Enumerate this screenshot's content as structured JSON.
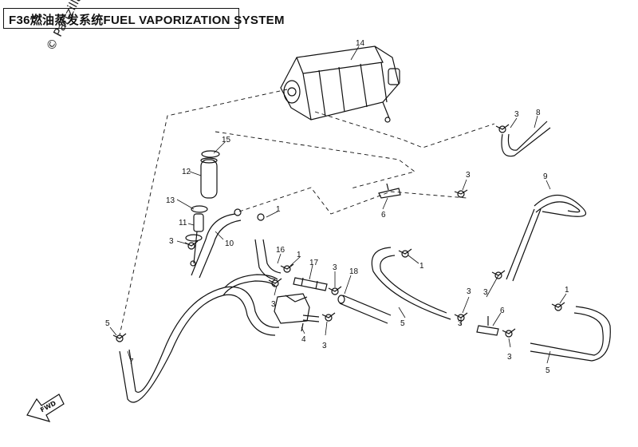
{
  "title": "F36燃油蒸发系统FUEL VAPORIZATION SYSTEM",
  "watermark": "© Partzilla",
  "fwd_label": "FWD",
  "part_labels": [
    {
      "id": "14",
      "text": "14"
    },
    {
      "id": "15",
      "text": "15"
    },
    {
      "id": "12",
      "text": "12"
    },
    {
      "id": "13",
      "text": "13"
    },
    {
      "id": "11",
      "text": "11"
    },
    {
      "id": "3a",
      "text": "3"
    },
    {
      "id": "10",
      "text": "10"
    },
    {
      "id": "1a",
      "text": "1"
    },
    {
      "id": "3b",
      "text": "3"
    },
    {
      "id": "8",
      "text": "8"
    },
    {
      "id": "6a",
      "text": "6"
    },
    {
      "id": "3c",
      "text": "3"
    },
    {
      "id": "9",
      "text": "9"
    },
    {
      "id": "16",
      "text": "16"
    },
    {
      "id": "1b",
      "text": "1"
    },
    {
      "id": "17",
      "text": "17"
    },
    {
      "id": "3d",
      "text": "3"
    },
    {
      "id": "18",
      "text": "18"
    },
    {
      "id": "1c",
      "text": "1"
    },
    {
      "id": "3e",
      "text": "3"
    },
    {
      "id": "3f",
      "text": "3"
    },
    {
      "id": "1d",
      "text": "1"
    },
    {
      "id": "3g",
      "text": "3"
    },
    {
      "id": "4",
      "text": "4"
    },
    {
      "id": "3h",
      "text": "3"
    },
    {
      "id": "5a",
      "text": "5"
    },
    {
      "id": "3i",
      "text": "3"
    },
    {
      "id": "6b",
      "text": "6"
    },
    {
      "id": "3j",
      "text": "3"
    },
    {
      "id": "5b",
      "text": "5"
    },
    {
      "id": "7",
      "text": "7"
    }
  ]
}
